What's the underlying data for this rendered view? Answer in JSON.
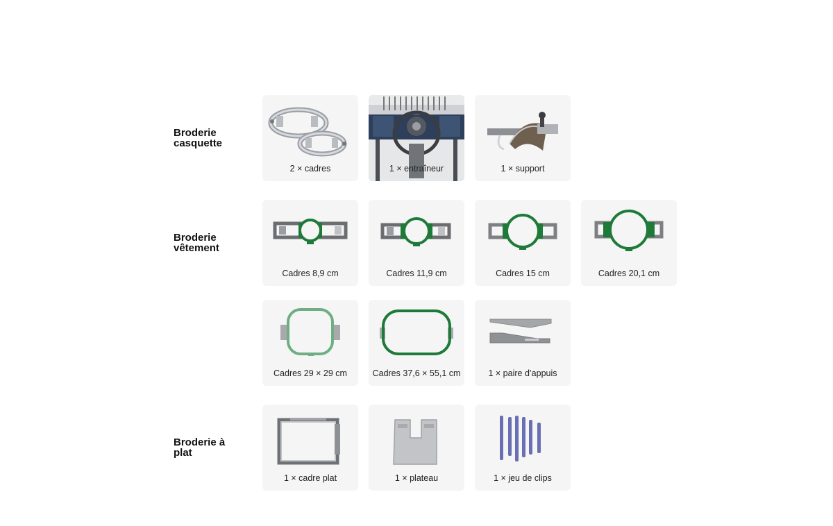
{
  "sections": {
    "cap": {
      "title_line1": "Broderie",
      "title_line2": "casquette"
    },
    "garment": {
      "title_line1": "Broderie",
      "title_line2": "vêtement"
    },
    "flat": {
      "title_line1": "Broderie à",
      "title_line2": "plat"
    }
  },
  "cards": {
    "cap_frames": "2 × cadres",
    "cap_driver": "1 × entraîneur",
    "cap_support": "1 × support",
    "hoop_89": "Cadres 8,9 cm",
    "hoop_119": "Cadres 11,9 cm",
    "hoop_15": "Cadres 15 cm",
    "hoop_201": "Cadres 20,1 cm",
    "hoop_29": "Cadres 29 × 29 cm",
    "hoop_376": "Cadres 37,6 × 55,1 cm",
    "support_pair": "1 × paire d’appuis",
    "flat_frame": "1 × cadre plat",
    "plate": "1 × plateau",
    "clips": "1 × jeu de clips"
  },
  "colors": {
    "hoop_green": "#1f7a3a",
    "light_green": "#6fae83",
    "clip_blue": "#6a6fb3",
    "metal": "#8a8a8a",
    "card_bg": "#f5f5f5"
  }
}
